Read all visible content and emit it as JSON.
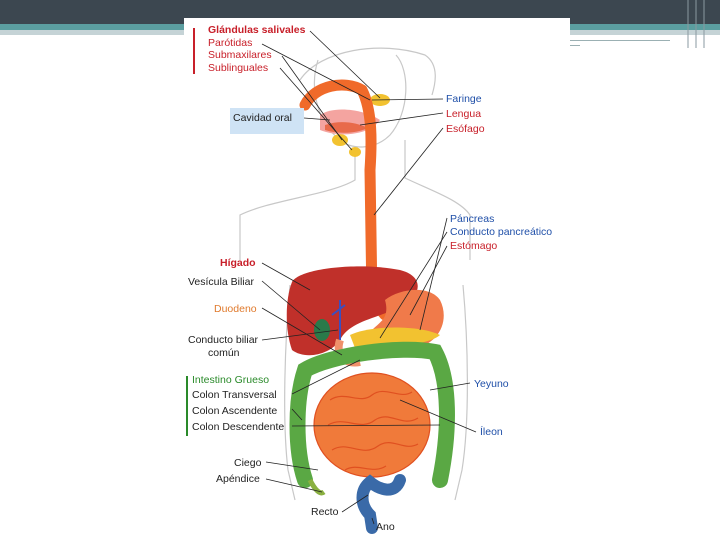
{
  "labels": {
    "glandulas_salivales": "Glándulas salivales",
    "parotidas": "Parótidas",
    "submaxilares": "Submaxilares",
    "sublinguales": "Sublinguales",
    "cavidad_oral": "Cavidad oral",
    "faringe": "Faringe",
    "lengua": "Lengua",
    "esofago": "Esófago",
    "pancreas": "Páncreas",
    "conducto_pancreatico": "Conducto pancreático",
    "estomago": "Estómago",
    "higado": "Hígado",
    "vesicula_biliar": "Vesícula Biliar",
    "duodeno": "Duodeno",
    "conducto_biliar_1": "Conducto biliar",
    "conducto_biliar_2": "común",
    "intestino_grueso": "Intestino Grueso",
    "colon_transversal": "Colon Transversal",
    "colon_ascendente": "Colon Ascendente",
    "colon_descendente": "Colon Descendente",
    "yeyuno": "Yeyuno",
    "ileon": "Íleon",
    "ciego": "Ciego",
    "apendice": "Apéndice",
    "recto": "Recto",
    "ano": "Ano"
  },
  "colors": {
    "header_dark": "#3c4750",
    "header_teal": "#5b9ea0",
    "label_red": "#c8202a",
    "label_blue": "#1f4fa8",
    "label_orange": "#e07a2d",
    "label_green": "#2a8a2a",
    "esophagus": "#f06a2a",
    "liver": "#c0302a",
    "colon": "#5aa844",
    "small_intestine": "#f07a3a"
  }
}
